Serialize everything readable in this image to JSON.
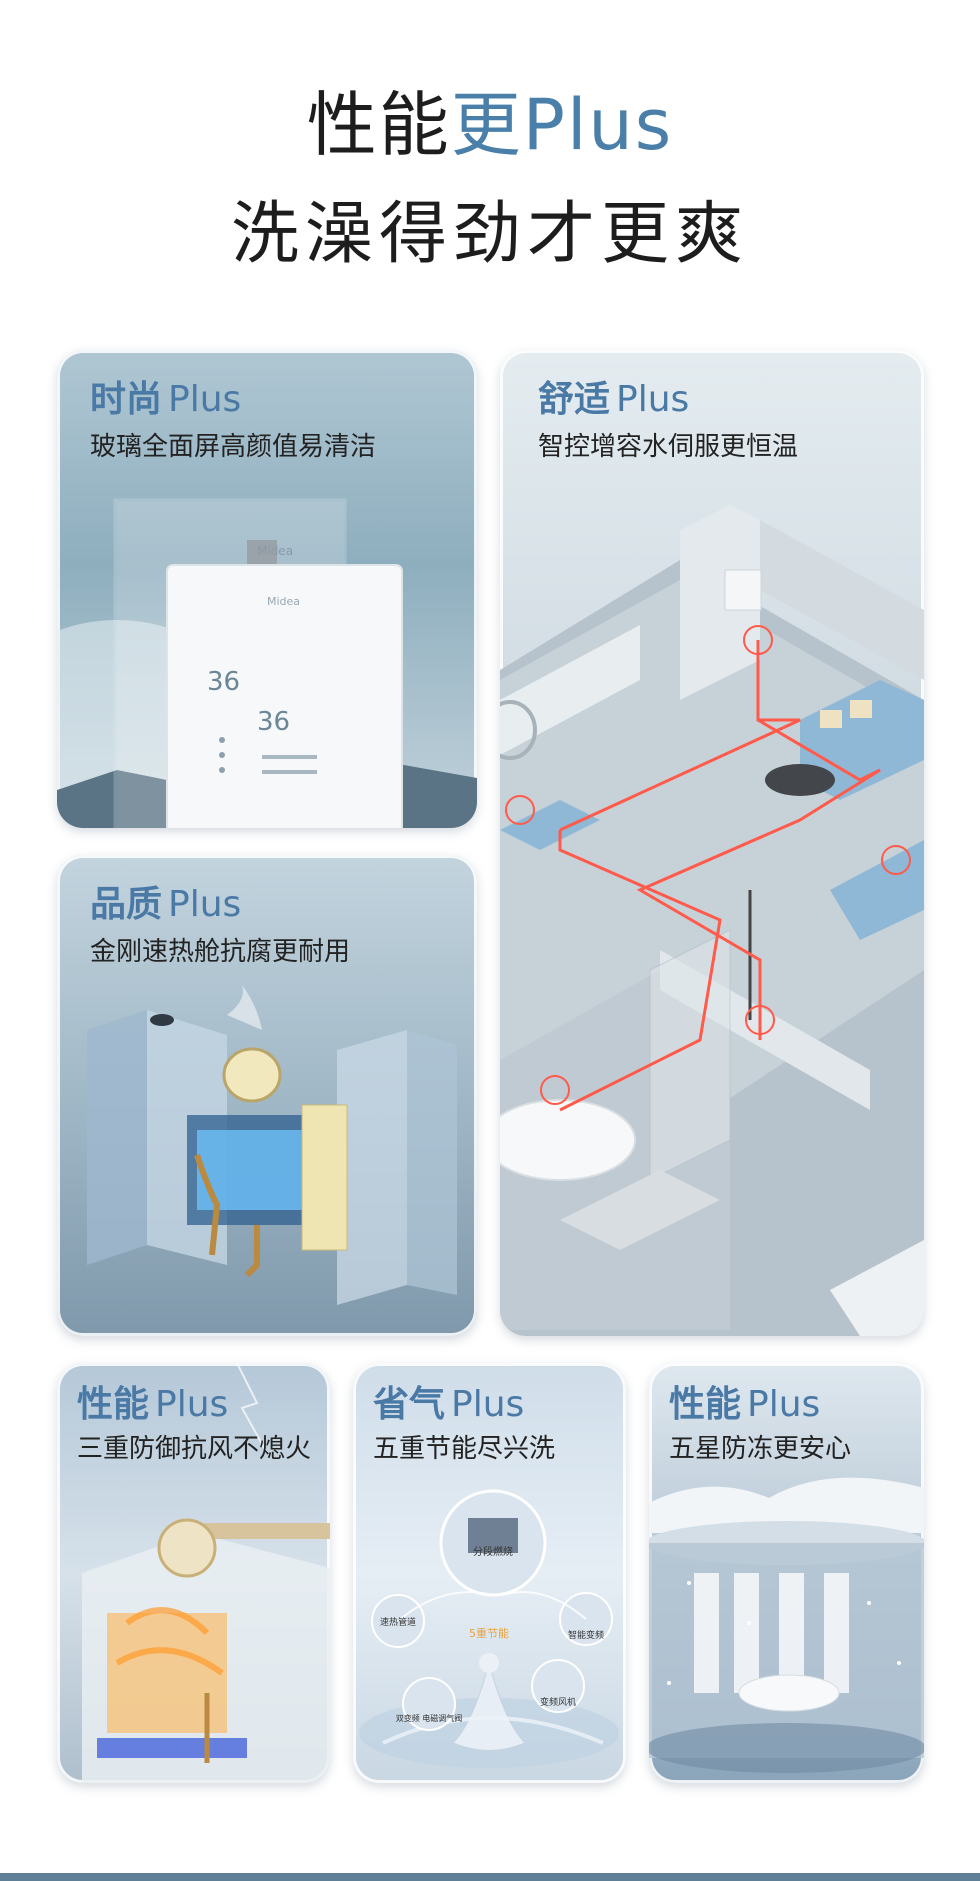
{
  "header": {
    "line1_prefix": "性能",
    "line1_accent": "更Plus",
    "line2": "洗澡得劲才更爽"
  },
  "cards": {
    "fashion": {
      "title": "时尚",
      "plus": "Plus",
      "subtitle": "玻璃全面屏高颜值易清洁"
    },
    "comfort": {
      "title": "舒适",
      "plus": "Plus",
      "subtitle": "智控增容水伺服更恒温"
    },
    "quality": {
      "title": "品质",
      "plus": "Plus",
      "subtitle": "金刚速热舱抗腐更耐用"
    },
    "wind": {
      "title": "性能",
      "plus": "Plus",
      "subtitle": "三重防御抗风不熄火"
    },
    "gas": {
      "title": "省气",
      "plus": "Plus",
      "subtitle": "五重节能尽兴洗",
      "center_label": "5重节能",
      "feature_labels": [
        "分段燃烧",
        "智能变频",
        "变频风机",
        "双变频\n电磁调气阀",
        "速热管道"
      ]
    },
    "frost": {
      "title": "性能",
      "plus": "Plus",
      "subtitle": "五星防冻更安心"
    }
  },
  "product": {
    "brand_mark": "Midea",
    "display_values": [
      "36",
      "36"
    ]
  },
  "colors": {
    "accent": "#4a7fa9",
    "heat_line": "#ff5a4a",
    "text": "#1d1d1d"
  }
}
